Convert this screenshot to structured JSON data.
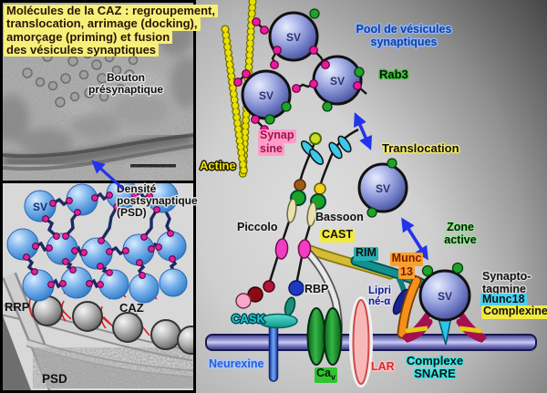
{
  "title_lines": [
    "Molécules de la CAZ : regroupement,",
    "translocation, arrimage (docking),",
    "amorçage (priming) et fusion",
    "des vésicules synaptiques"
  ],
  "em": {
    "bouton_l1": "Bouton",
    "bouton_l2": "présynaptique",
    "densite_l1": "Densité",
    "densite_l2": "postsynaptique",
    "densite_l3": "(PSD)"
  },
  "schematic": {
    "sv": "SV",
    "rrp": "RRP",
    "caz": "CAZ",
    "psd": "PSD"
  },
  "mol": {
    "sv": "SV",
    "pool_l1": "Pool de vésicules",
    "pool_l2": "synaptiques",
    "rab3": "Rab3",
    "synapsine_l1": "Synap",
    "synapsine_l2": "sine",
    "actine": "Actine",
    "translocation": "Translocation",
    "piccolo": "Piccolo",
    "bassoon": "Bassoon",
    "cast": "CAST",
    "rim": "RIM",
    "munc13_l1": "Munc",
    "munc13_l2": "13",
    "zone_l1": "Zone",
    "zone_l2": "active",
    "synaptotagmine_l1": "Synapto-",
    "synaptotagmine_l2": "tagmine",
    "munc18": "Munc18",
    "complexine": "Complexine",
    "liprine_l1": "Lipri",
    "liprine_l2": "né-α",
    "rbp": "RBP",
    "cask": "CASK",
    "neurexine": "Neurexine",
    "cav_main": "Ca",
    "cav_sub": "v",
    "lar": "LAR",
    "snare_l1": "Complexe",
    "snare_l2": "SNARE"
  },
  "colors": {
    "highlight_yellow": "#f6ef7a",
    "highlight_pink": "#ff9cc8",
    "highlight_orange": "#f9a02c",
    "highlight_green": "#2ec52e",
    "highlight_cyan": "#45d2f2",
    "highlight_teal": "#28b0b0",
    "vesicle_blue": "#8e9ad8",
    "membrane_purple": "#8888cc",
    "actin_yellow": "#e8e000",
    "synapsin_magenta": "#ee17a4",
    "rab3_green": "#1fa32a",
    "arrow_blue": "#2233ee",
    "caz_red": "#e01010"
  }
}
